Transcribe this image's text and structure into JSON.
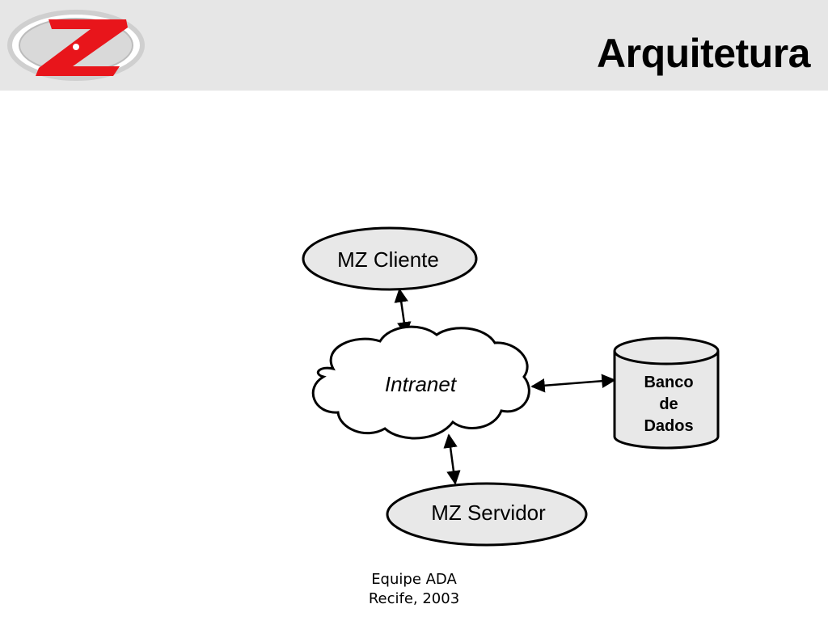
{
  "header": {
    "title": "Arquitetura",
    "background_color": "#e6e6e6"
  },
  "logo": {
    "icon": "mz-z-logo-icon",
    "primary_color": "#e8151b",
    "ring_color": "#cfcfcf"
  },
  "diagram": {
    "nodes": {
      "client": "MZ Cliente",
      "network": "Intranet",
      "database_line1": "Banco",
      "database_line2": "de",
      "database_line3": "Dados",
      "server": "MZ Servidor"
    },
    "node_fill_color": "#e8e8e8",
    "edges": [
      {
        "from": "client",
        "to": "network",
        "type": "bidirectional"
      },
      {
        "from": "network",
        "to": "database",
        "type": "bidirectional"
      },
      {
        "from": "network",
        "to": "server",
        "type": "bidirectional"
      }
    ]
  },
  "footer": {
    "line1": "Equipe ADA",
    "line2": "Recife, 2003"
  }
}
